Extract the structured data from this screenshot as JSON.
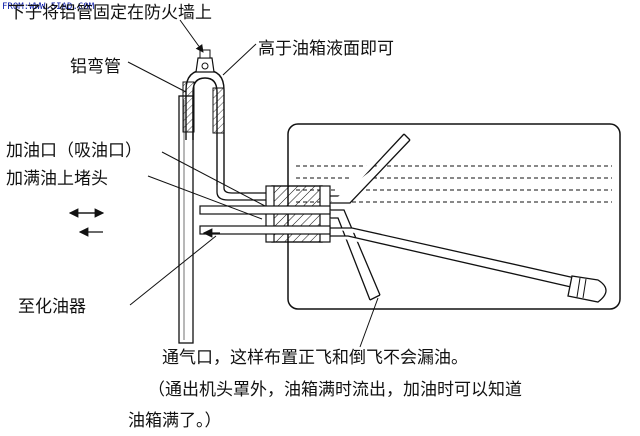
{
  "watermark": "FROM:WWW.5IAD.COM",
  "labels": {
    "top_note": "下子将铝管固定在防火墙上",
    "aluminum_bend": "铝弯管",
    "above_level": "高于油箱液面即可",
    "fill_port": "加油口（吸油口）",
    "fill_plug": "加满油上堵头",
    "to_carb": "至化油器"
  },
  "caption": {
    "line1": "通气口，这样布置正飞和倒飞不会漏油。",
    "line2": "（通出机头罩外，油箱满时流出，加油时可以知道",
    "line3": "油箱满了。）"
  },
  "colors": {
    "line": "#111111",
    "watermark": "#0a1aa8",
    "background": "#ffffff"
  },
  "icons": {
    "arrow_right": "double-arrow-right-icon",
    "arrow_left": "double-arrow-left-icon"
  }
}
